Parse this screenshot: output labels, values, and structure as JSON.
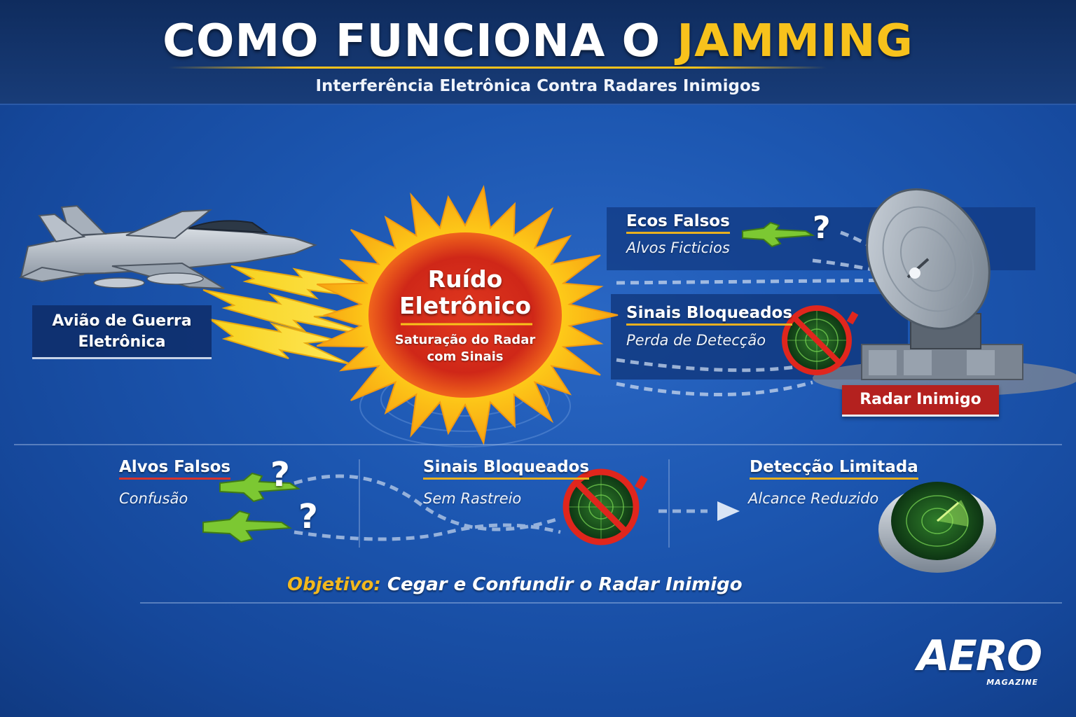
{
  "header": {
    "title_main": "COMO FUNCIONA O ",
    "title_highlight": "JAMMING",
    "subtitle": "Interferência Eletrônica Contra Radares Inimigos"
  },
  "aircraft": {
    "label_line1": "Avião de Guerra",
    "label_line2": "Eletrônica"
  },
  "jamming_burst": {
    "title_line1": "Ruído",
    "title_line2": "Eletrônico",
    "sub_line1": "Saturação do Radar",
    "sub_line2": "com Sinais"
  },
  "radar_effects": {
    "false_echoes": {
      "heading": "Ecos Falsos",
      "sub": "Alvos Ficticios",
      "mark": "?"
    },
    "blocked_signals": {
      "heading": "Sinais Bloqueados",
      "sub": "Perda de Detecção"
    },
    "radar_label": "Radar Inimigo"
  },
  "effects_row": {
    "false_targets": {
      "heading": "Alvos Falsos",
      "sub": "Confusão",
      "mark": "?"
    },
    "blocked": {
      "heading": "Sinais Bloqueados",
      "sub": "Sem Rastreio"
    },
    "limited": {
      "heading": "Detecção Limitada",
      "sub": "Alcance Reduzido"
    }
  },
  "objective": {
    "key": "Objetivo:",
    "text": " Cegar e Confundir o Radar Inimigo"
  },
  "logo": {
    "brand": "AERO",
    "subbrand": "MAGAZINE"
  },
  "colors": {
    "background": "#1c56b0",
    "header": "#0f2c5e",
    "highlight_yellow": "#f7c21c",
    "burst_red": "#d52a1e",
    "jet_green": "#7cc832",
    "radar_label_red": "#b4211f",
    "no_sign_red": "#e0261d"
  },
  "icons": [
    "electronic-warfare-aircraft-icon",
    "lightning-bolt-icon",
    "explosion-burst-icon",
    "green-jet-icon",
    "question-mark-icon",
    "radar-dish-icon",
    "radar-scope-icon",
    "no-sign-icon",
    "arrow-right-icon"
  ]
}
